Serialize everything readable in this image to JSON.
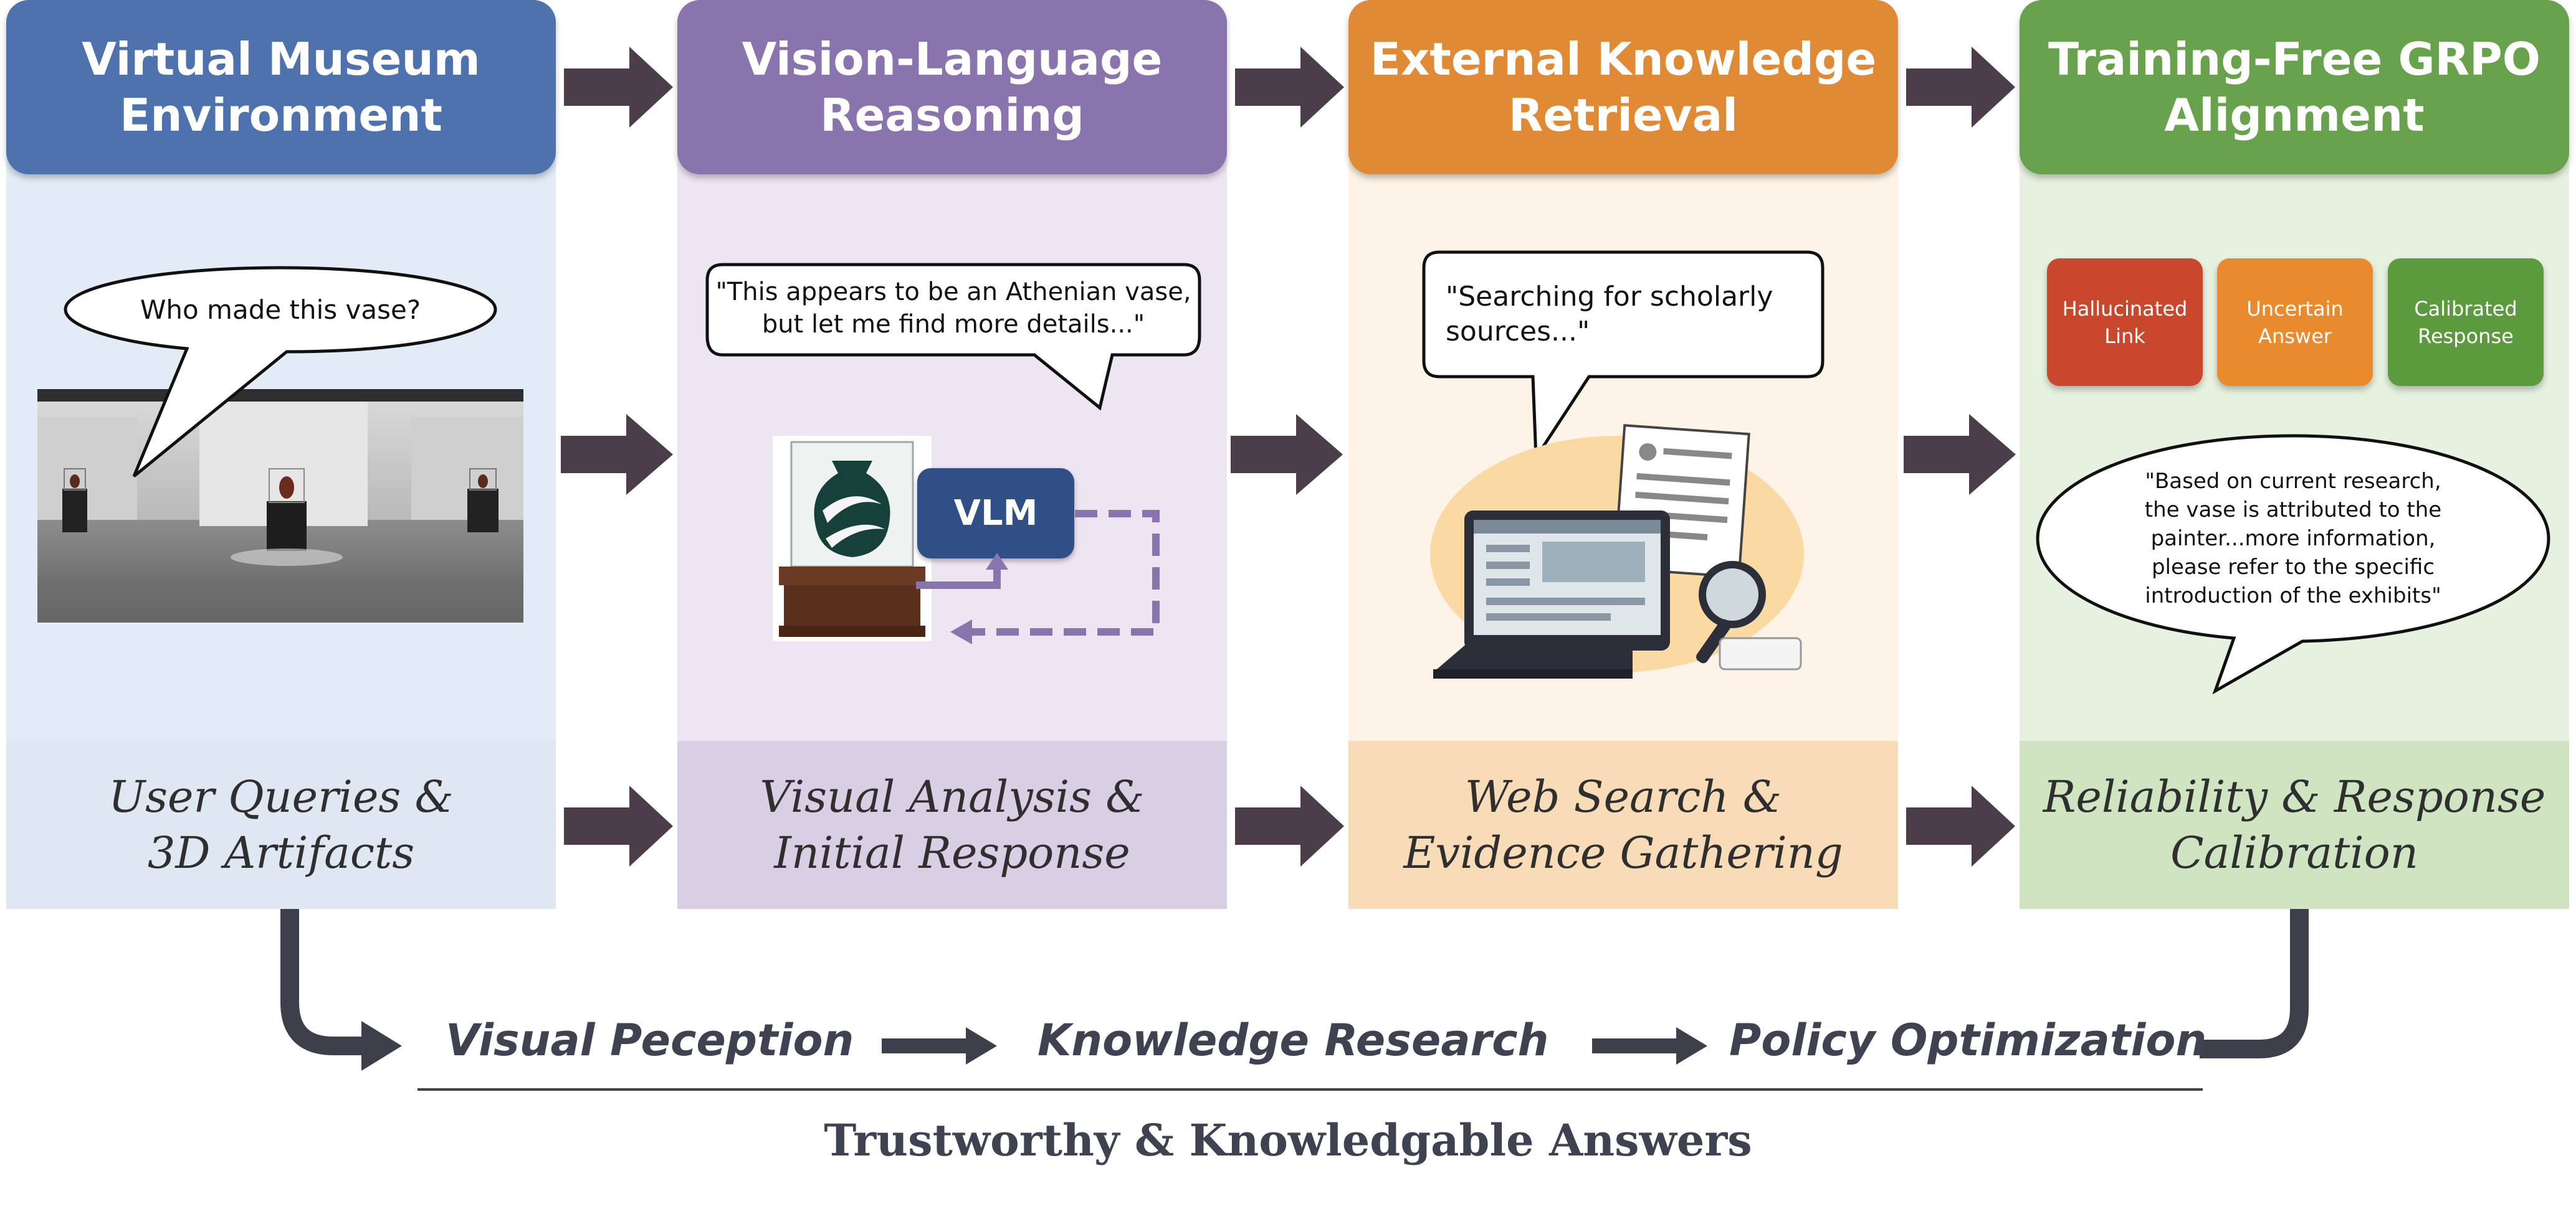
{
  "columns": [
    {
      "title": "Virtual Museum\nEnvironment",
      "caption": "User Queries &\n3D Artifacts",
      "head_color": "#4e72ad",
      "bg_color": "#e3ecf6",
      "foot_color": "#dfe8f2"
    },
    {
      "title": "Vision-Language\nReasoning",
      "caption": "Visual Analysis &\nInitial Response",
      "head_color": "#8a74ad",
      "bg_color": "#ede5f2",
      "foot_color": "#d9cfe4"
    },
    {
      "title": "External Knowledge\nRetrieval",
      "caption": "Web Search &\nEvidence Gathering",
      "head_color": "#e08a36",
      "bg_color": "#fdf3e6",
      "foot_color": "#f8dcb8"
    },
    {
      "title": "Training-Free GRPO\nAlignment",
      "caption": "Reliability & Response\nCalibration",
      "head_color": "#68a24c",
      "bg_color": "#e7f1df",
      "foot_color": "#cfe4c1"
    }
  ],
  "bubbles": {
    "user_query": "Who made this vase?",
    "vlm_initial": "\"This appears to be an Athenian vase,\nbut let me find more details...\"",
    "search": "\"Searching for scholarly\nsources...\"",
    "final_answer": "\"Based on current research,\nthe vase is attributed to the\npainter...more information,\nplease refer to the specific\nintroduction of the exhibits\""
  },
  "vlm_label": "VLM",
  "alignment_chips": [
    {
      "label": "Hallucinated\nLink",
      "color": "#c9472d"
    },
    {
      "label": "Uncertain\nAnswer",
      "color": "#e98a2d"
    },
    {
      "label": "Calibrated\nResponse",
      "color": "#5c9a3e"
    }
  ],
  "stages": [
    "Visual Peception",
    "Knowledge Research",
    "Policy Optimization"
  ],
  "bottom_title": "Trustworthy & Knowledgable Answers",
  "colors": {
    "arrow": "#4c3d4a",
    "connector": "#3d3f4a",
    "stage_text": "#3f4250"
  }
}
